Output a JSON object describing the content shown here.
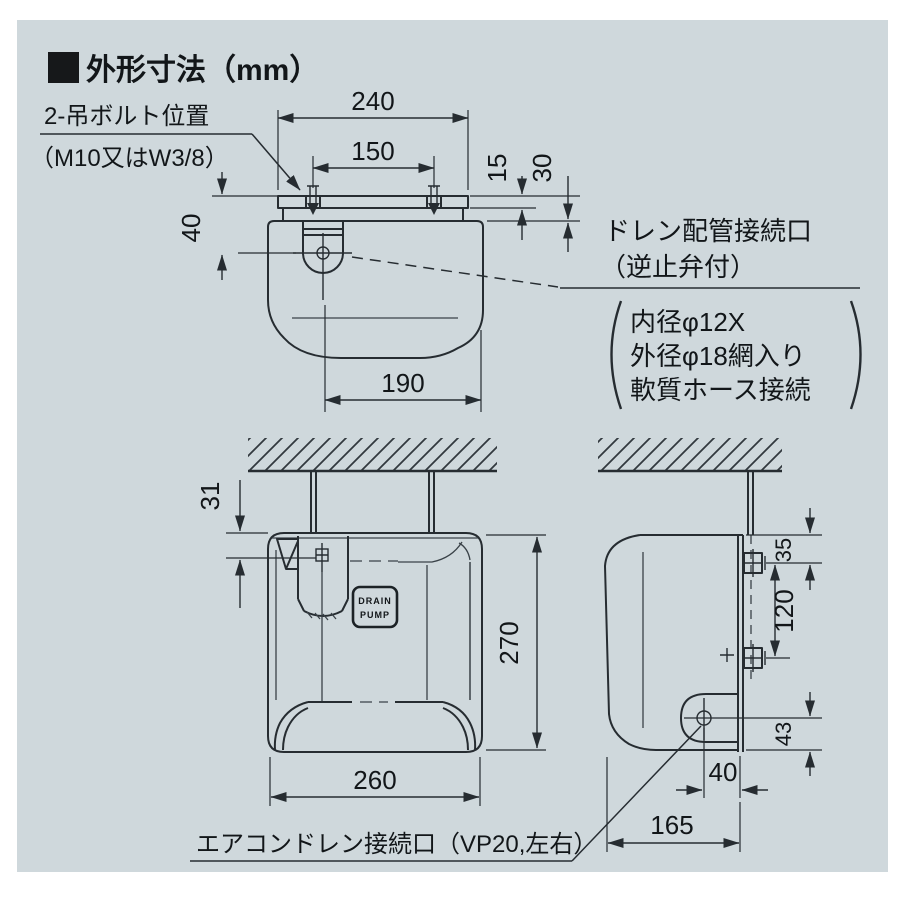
{
  "title": "外形寸法（mm）",
  "labels": {
    "bolt_position": "2-吊ボルト位置",
    "bolt_spec": "（M10又はW3/8）",
    "drain_port": "ドレン配管接続口",
    "drain_port_sub": "（逆止弁付）",
    "hose_note_1": "内径φ12X",
    "hose_note_2": "外径φ18網入り",
    "hose_note_3": "軟質ホース接続",
    "aircon_port": "エアコンドレン接続口（VP20,左右）"
  },
  "badge": {
    "line1": "DRAIN",
    "line2": "PUMP"
  },
  "dimensions": {
    "top_view": {
      "overall_width": "240",
      "bolt_pitch": "150",
      "plate_edge": "15",
      "body_top_offset": "30",
      "port_depth": "40",
      "body_width": "190"
    },
    "front_view": {
      "ceiling_offset": "31",
      "body_height": "270",
      "body_width": "260"
    },
    "side_view": {
      "bracket_top_offset": "35",
      "bracket_bolt_pitch": "120",
      "port_height": "43",
      "port_inset": "40",
      "body_depth": "165"
    }
  },
  "colors": {
    "panel_bg": "#cfd8dc",
    "line": "#262c31",
    "text": "#121619"
  }
}
